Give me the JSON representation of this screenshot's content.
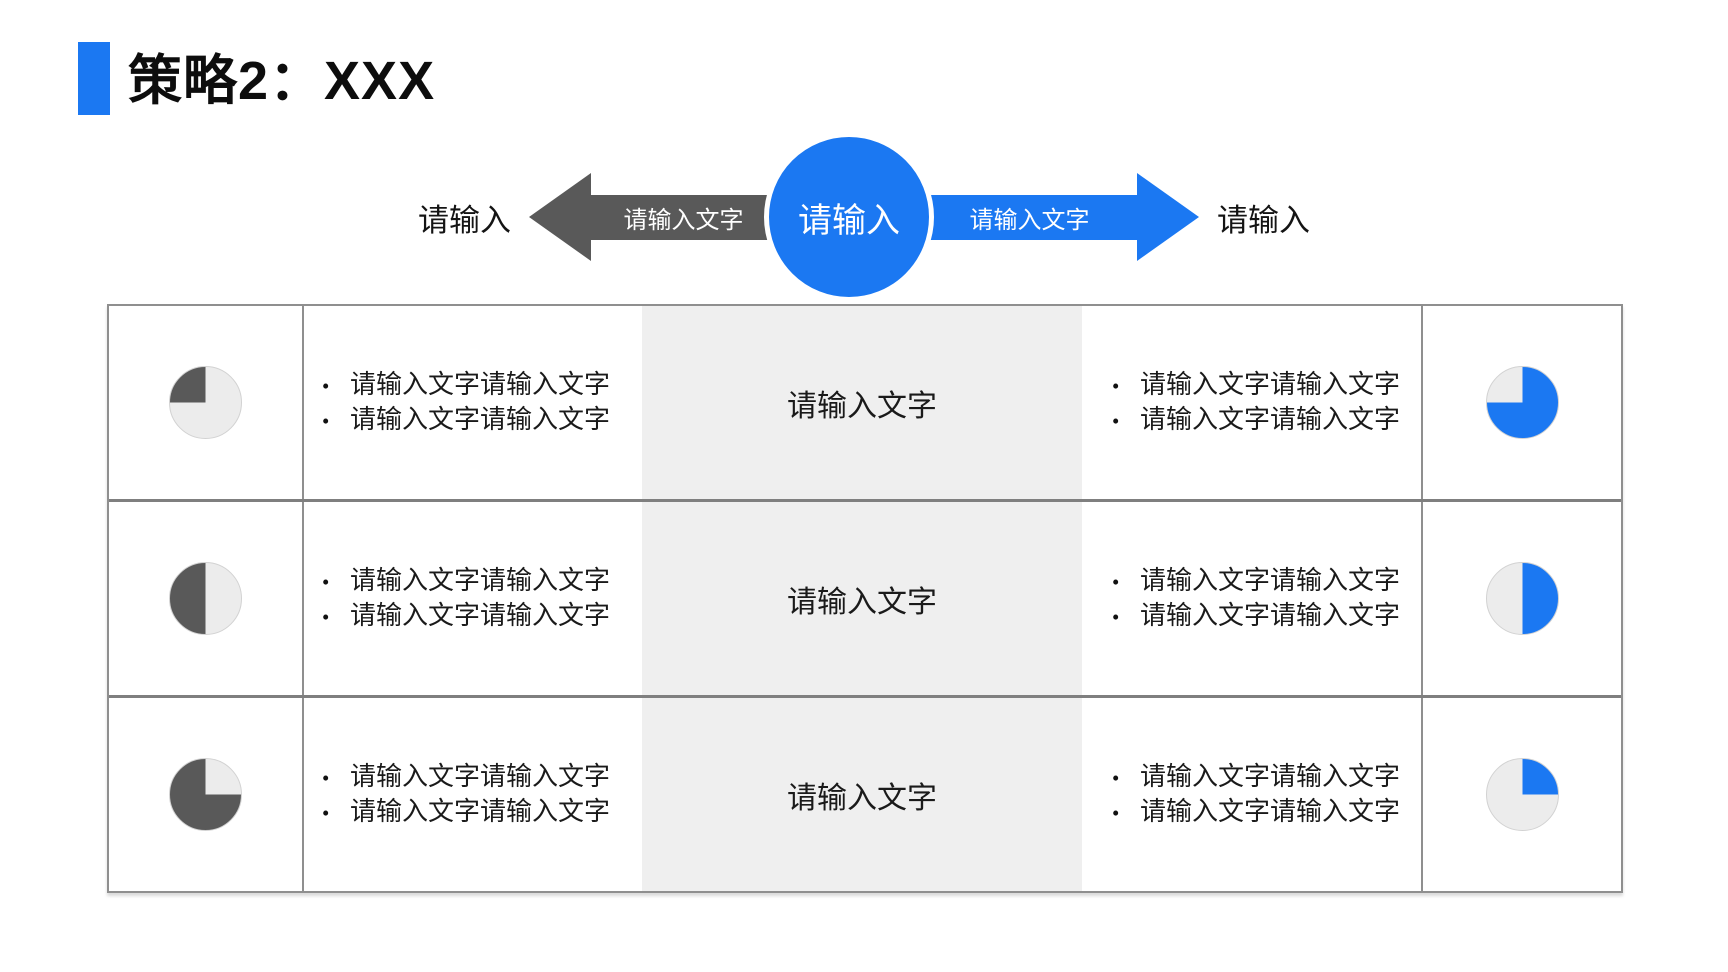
{
  "title": {
    "text": "策略2：XXX",
    "accent_color": "#1b78f2",
    "text_color": "#0d0d0d"
  },
  "diagram": {
    "left_label": "请输入",
    "right_label": "请输入",
    "left_arrow": {
      "label": "请输入文字",
      "color": "#595959",
      "direction": "left"
    },
    "right_arrow": {
      "label": "请输入文字",
      "color": "#1b78f2",
      "direction": "right"
    },
    "circle": {
      "label": "请输入",
      "color": "#1b78f2"
    }
  },
  "bullet_char": "•",
  "table": {
    "border_color": "#8f8f8f",
    "stripe_color": "#efefef",
    "rows": [
      {
        "left_pie": {
          "color": "#595959",
          "track": "#ececec",
          "start_deg": 270,
          "sweep_deg": 90,
          "fraction": 0.25
        },
        "left_bullets": [
          "请输入文字请输入文字",
          "请输入文字请输入文字"
        ],
        "center": "请输入文字",
        "right_bullets": [
          "请输入文字请输入文字",
          "请输入文字请输入文字"
        ],
        "right_pie": {
          "color": "#1b78f2",
          "track": "#ececec",
          "start_deg": 0,
          "sweep_deg": 270,
          "fraction": 0.75
        }
      },
      {
        "left_pie": {
          "color": "#595959",
          "track": "#ececec",
          "start_deg": 180,
          "sweep_deg": 180,
          "fraction": 0.5
        },
        "left_bullets": [
          "请输入文字请输入文字",
          "请输入文字请输入文字"
        ],
        "center": "请输入文字",
        "right_bullets": [
          "请输入文字请输入文字",
          "请输入文字请输入文字"
        ],
        "right_pie": {
          "color": "#1b78f2",
          "track": "#ececec",
          "start_deg": 0,
          "sweep_deg": 180,
          "fraction": 0.5
        }
      },
      {
        "left_pie": {
          "color": "#595959",
          "track": "#ececec",
          "start_deg": 90,
          "sweep_deg": 270,
          "fraction": 0.75
        },
        "left_bullets": [
          "请输入文字请输入文字",
          "请输入文字请输入文字"
        ],
        "center": "请输入文字",
        "right_bullets": [
          "请输入文字请输入文字",
          "请输入文字请输入文字"
        ],
        "right_pie": {
          "color": "#1b78f2",
          "track": "#ececec",
          "start_deg": 0,
          "sweep_deg": 90,
          "fraction": 0.25
        }
      }
    ]
  }
}
